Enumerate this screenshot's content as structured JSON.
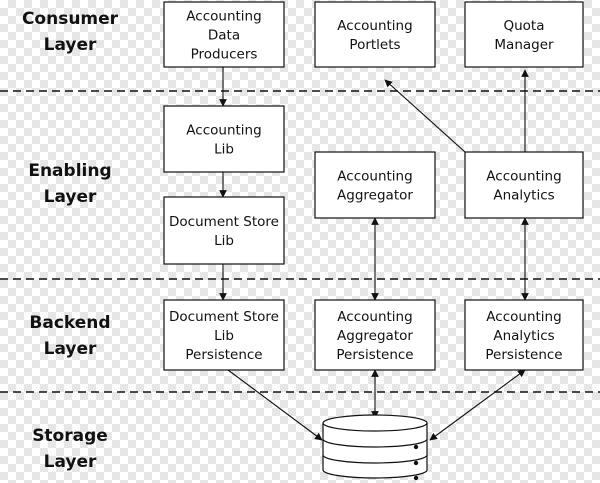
{
  "layers": [
    {
      "id": "consumer",
      "lines": [
        "Consumer",
        "Layer"
      ]
    },
    {
      "id": "enabling",
      "lines": [
        "Enabling",
        "Layer"
      ]
    },
    {
      "id": "backend",
      "lines": [
        "Backend",
        "Layer"
      ]
    },
    {
      "id": "storage",
      "lines": [
        "Storage",
        "Layer"
      ]
    }
  ],
  "nodes": [
    {
      "id": "accounting-data-producers",
      "lines": [
        "Accounting",
        "Data",
        "Producers"
      ]
    },
    {
      "id": "accounting-portlets",
      "lines": [
        "Accounting",
        "Portlets"
      ]
    },
    {
      "id": "quota-manager",
      "lines": [
        "Quota",
        "Manager"
      ]
    },
    {
      "id": "accounting-lib",
      "lines": [
        "Accounting",
        "Lib"
      ]
    },
    {
      "id": "accounting-aggregator",
      "lines": [
        "Accounting",
        "Aggregator"
      ]
    },
    {
      "id": "accounting-analytics",
      "lines": [
        "Accounting",
        "Analytics"
      ]
    },
    {
      "id": "document-store-lib",
      "lines": [
        "Document Store",
        "Lib"
      ]
    },
    {
      "id": "document-store-lib-persistence",
      "lines": [
        "Document Store",
        "Lib",
        "Persistence"
      ]
    },
    {
      "id": "accounting-aggregator-persistence",
      "lines": [
        "Accounting",
        "Aggregator",
        "Persistence"
      ]
    },
    {
      "id": "accounting-analytics-persistence",
      "lines": [
        "Accounting",
        "Analytics",
        "Persistence"
      ]
    },
    {
      "id": "database",
      "lines": []
    }
  ],
  "edges": [
    {
      "from": "accounting-data-producers",
      "to": "accounting-lib",
      "direction": "forward"
    },
    {
      "from": "accounting-lib",
      "to": "document-store-lib",
      "direction": "forward"
    },
    {
      "from": "document-store-lib",
      "to": "document-store-lib-persistence",
      "direction": "forward"
    },
    {
      "from": "accounting-analytics",
      "to": "accounting-portlets",
      "direction": "forward"
    },
    {
      "from": "accounting-analytics",
      "to": "quota-manager",
      "direction": "forward"
    },
    {
      "from": "accounting-aggregator",
      "to": "accounting-aggregator-persistence",
      "direction": "both"
    },
    {
      "from": "accounting-analytics",
      "to": "accounting-analytics-persistence",
      "direction": "both"
    },
    {
      "from": "document-store-lib-persistence",
      "to": "database",
      "direction": "forward"
    },
    {
      "from": "accounting-aggregator-persistence",
      "to": "database",
      "direction": "both"
    },
    {
      "from": "accounting-analytics-persistence",
      "to": "database",
      "direction": "both"
    }
  ]
}
